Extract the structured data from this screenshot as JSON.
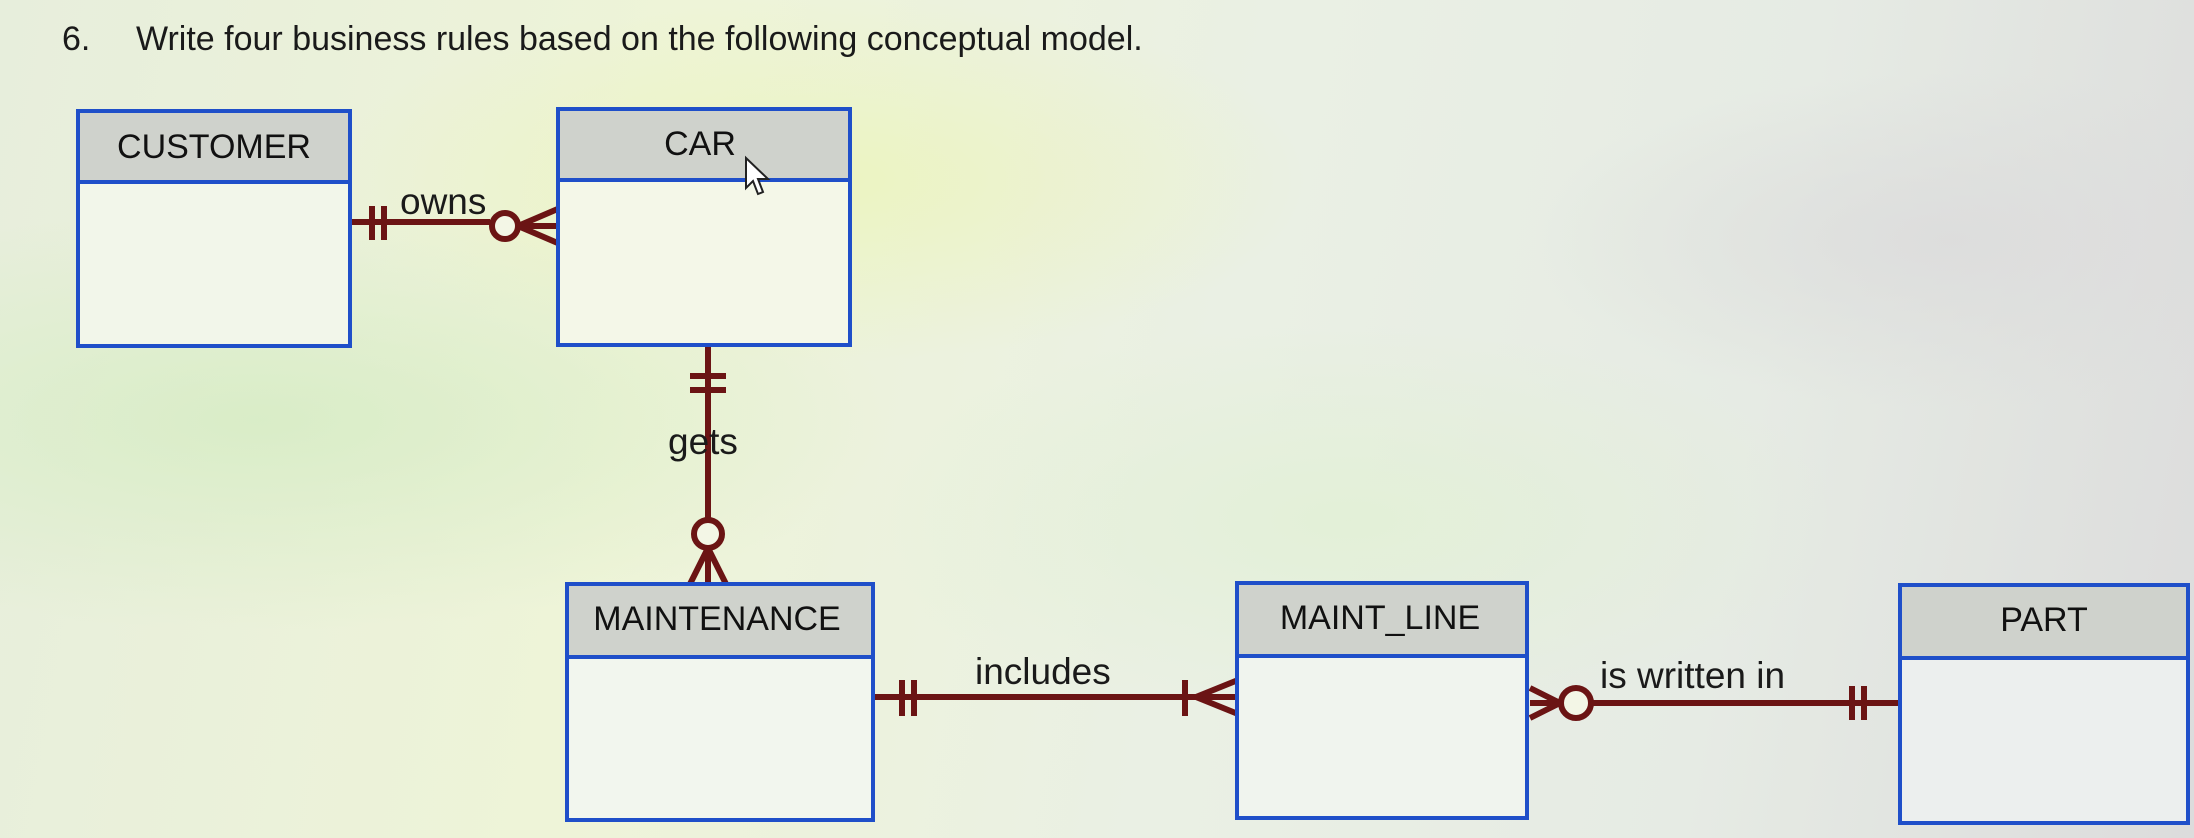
{
  "question": {
    "number": "6.",
    "text": "Write four business rules based on the following conceptual model."
  },
  "entities": {
    "customer": "CUSTOMER",
    "car": "CAR",
    "maintenance": "MAINTENANCE",
    "maint_line": "MAINT_LINE",
    "part": "PART"
  },
  "relationships": {
    "owns": "owns",
    "gets": "gets",
    "includes": "includes",
    "is_written_in": "is written in"
  },
  "colors": {
    "entity_border": "#1f4fc9",
    "entity_header": "#cfd2cc",
    "relationship_line": "#6b1414"
  }
}
